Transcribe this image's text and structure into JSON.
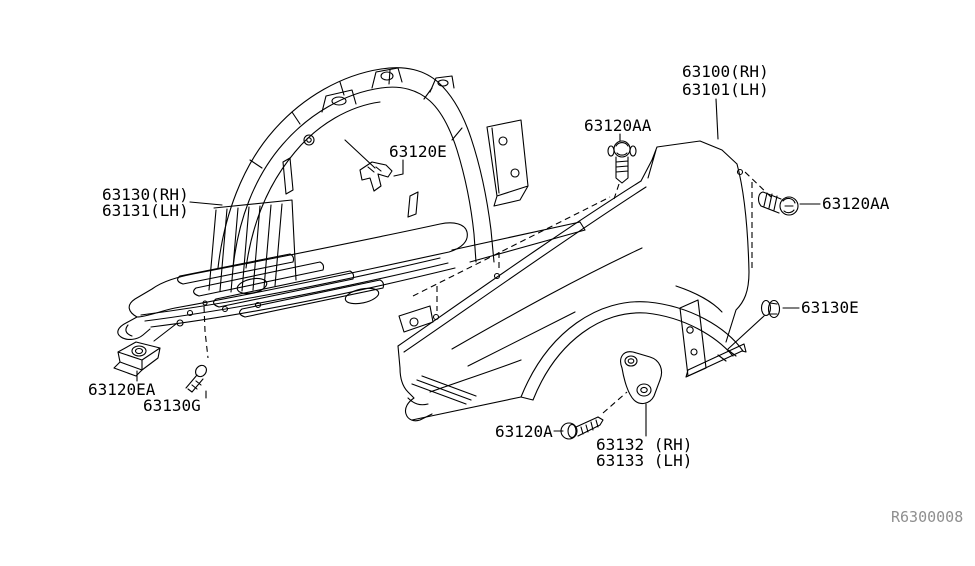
{
  "title": "Front fender and fitting parts diagram",
  "colors": {
    "background": "#ffffff",
    "line": "#000000",
    "code_text": "#8f8f8f"
  },
  "labels": {
    "protector_rh": "63130(RH)",
    "protector_lh": "63131(LH)",
    "clip": "63120E",
    "bolt_top": "63120AA",
    "fender_rh": "63100(RH)",
    "fender_lh": "63101(LH)",
    "bolt_side": "63120AA",
    "grommet": "63130E",
    "nut": "63120EA",
    "screw_small": "63130G",
    "screw_front": "63120A",
    "bracket_rh": "63132 (RH)",
    "bracket_lh": "63133 (LH)"
  },
  "footer": {
    "diagram_code": "R6300008"
  }
}
